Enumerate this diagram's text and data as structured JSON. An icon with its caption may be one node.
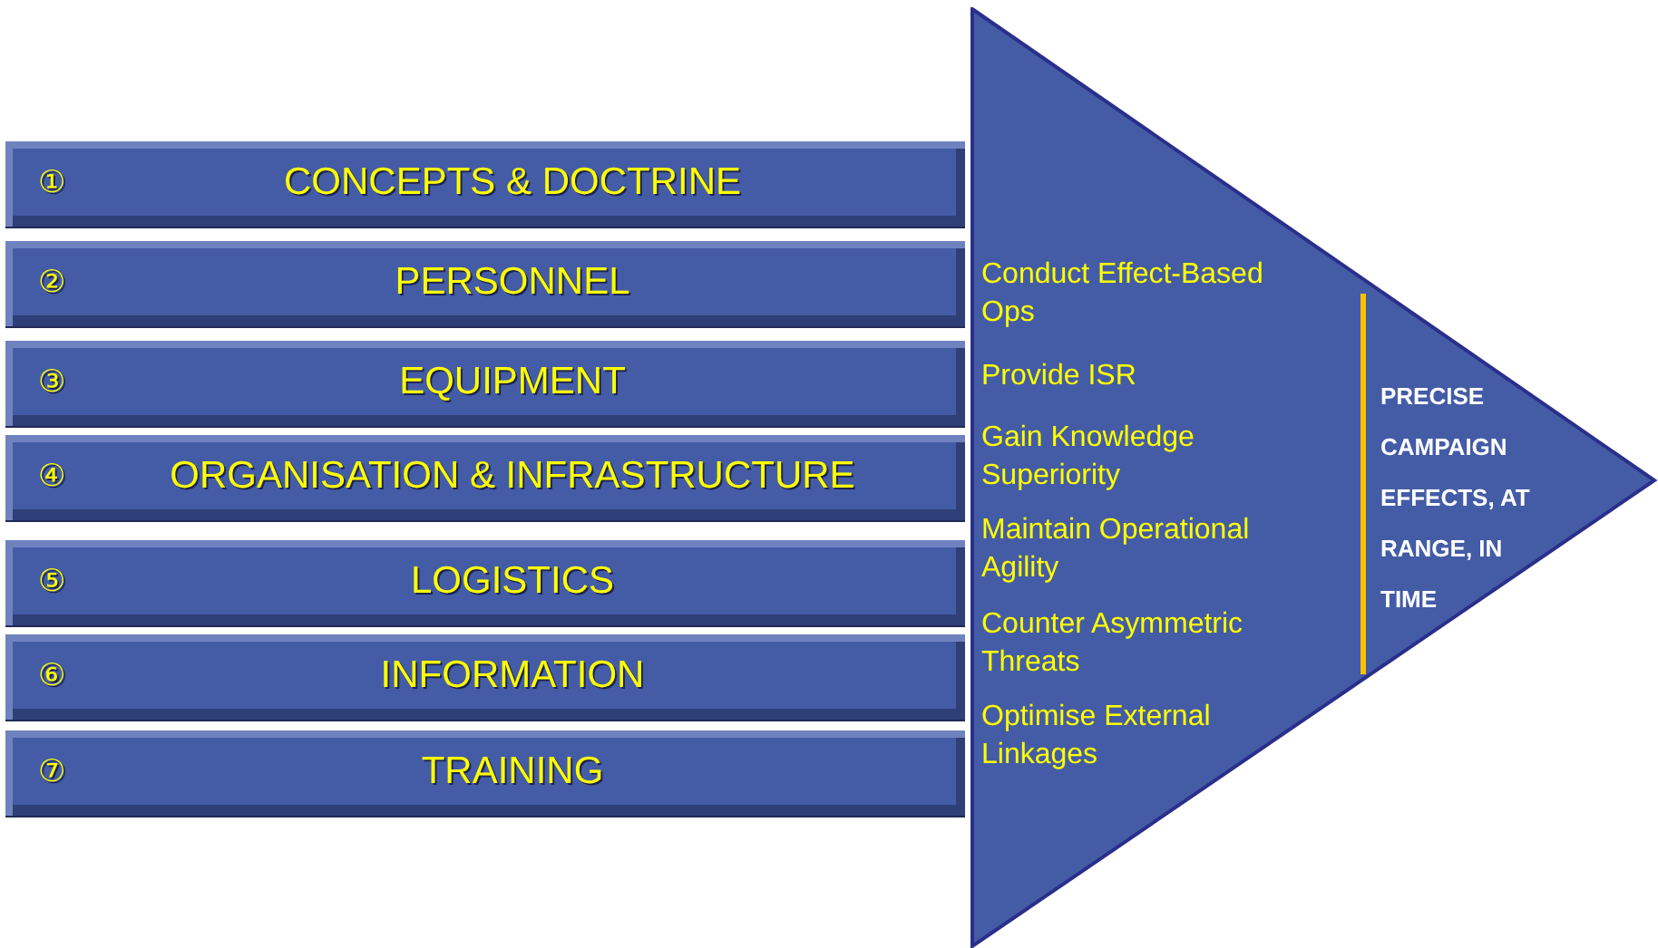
{
  "diagram": {
    "nodes": [
      {
        "text": [
          "①",
          "CONCEPTS & DOCTRINE"
        ]
      },
      {
        "text": [
          "②",
          "PERSONNEL"
        ]
      },
      {
        "text": [
          "③",
          "EQUIPMENT"
        ]
      },
      {
        "text": [
          "④",
          "ORGANISATION & INFRASTRUCTURE"
        ]
      },
      {
        "text": [
          "⑤",
          "LOGISTICS"
        ]
      },
      {
        "text": [
          "⑥",
          "INFORMATION"
        ]
      },
      {
        "text": [
          "⑦",
          "TRAINING"
        ]
      },
      {
        "text": [
          "Conduct Effect-Based Ops",
          "Provide ISR",
          "Gain Knowledge Superiority",
          "Maintain Operational Agility",
          "Counter Asymmetric Threats",
          "Optimise External Linkages",
          "PRECISE CAMPAIGN EFFECTS, AT RANGE, IN TIME"
        ]
      }
    ]
  }
}
